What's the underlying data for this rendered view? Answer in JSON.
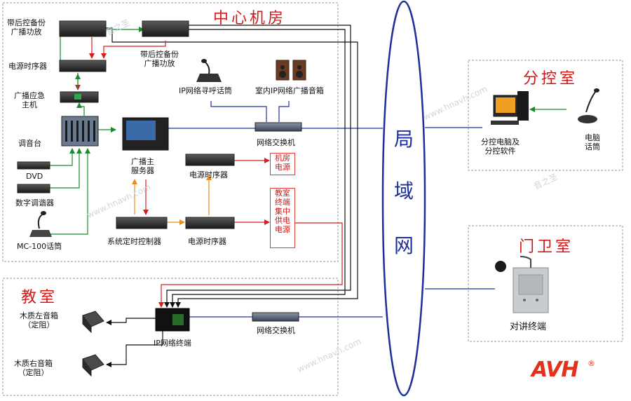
{
  "regions": {
    "center": "中心机房",
    "sub_control": "分控室",
    "guard": "门卫室",
    "classroom": "教室",
    "lan": [
      "局",
      "域",
      "网"
    ]
  },
  "devices": {
    "amp_backup_1": "带后控备份\n广播功放",
    "amp_backup_2": "带后控备份\n广播功放",
    "power_seq_top": "电源时序器",
    "emergency_host": "广播应急\n主机",
    "mixer": "调音台",
    "dvd": "DVD",
    "tuner": "数字调谐器",
    "mic_mc100": "MC-100话筒",
    "ip_paging_mic": "IP网络寻呼话筒",
    "indoor_speaker": "室内IP网络广播音箱",
    "switch_center": "网络交换机",
    "main_server": "广播主\n服务器",
    "power_seq_mid": "电源时序器",
    "timer_controller": "系统定时控制器",
    "power_seq_bottom": "电源时序器",
    "room_power": "机房\n电源",
    "classroom_power": "教室\n终端\n集中\n供电\n电源",
    "pc_software": "分控电脑及\n分控软件",
    "pc_mic": "电脑\n话筒",
    "intercom": "对讲终端",
    "left_speaker": "木质左音箱\n（定阻）",
    "right_speaker": "木质右音箱\n（定阻）",
    "ip_terminal": "IP网络终端",
    "switch_classroom": "网络交换机"
  },
  "brand": {
    "logo": "AVH",
    "registered": "®"
  },
  "watermark": {
    "text": "www.hnavh.com",
    "mark": "音之圣"
  },
  "colors": {
    "title_red": "#d01818",
    "lan_blue": "#1d2f9a",
    "line_blue": "#2230a0",
    "line_red": "#d81e1e",
    "line_green": "#1a8a2a",
    "line_orange": "#f08c1e",
    "line_black": "#111111"
  }
}
